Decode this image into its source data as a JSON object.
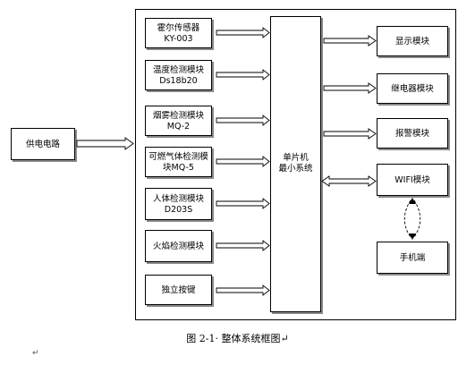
{
  "sensors": [
    {
      "line1": "霍尔传感器",
      "line2": "KY-003"
    },
    {
      "line1": "温度检测模块",
      "line2": "Ds18b20"
    },
    {
      "line1": "烟雾检测模块",
      "line2": "MQ-2"
    },
    {
      "line1": "可燃气体检测模",
      "line2": "块MQ-5"
    },
    {
      "line1": "人体检测模块",
      "line2": "D203S"
    },
    {
      "line1": "火焰检测模块",
      "line2": ""
    },
    {
      "line1": "独立按键",
      "line2": ""
    }
  ],
  "power": "供电电路",
  "mcu": {
    "line1": "单片机",
    "line2": "最小系统"
  },
  "outputs": [
    "显示模块",
    "继电器模块",
    "报警模块",
    "WIFI模块"
  ],
  "phone": "手机端",
  "caption": "图 2-1· 整体系统框图↵",
  "para_mark": "↵"
}
